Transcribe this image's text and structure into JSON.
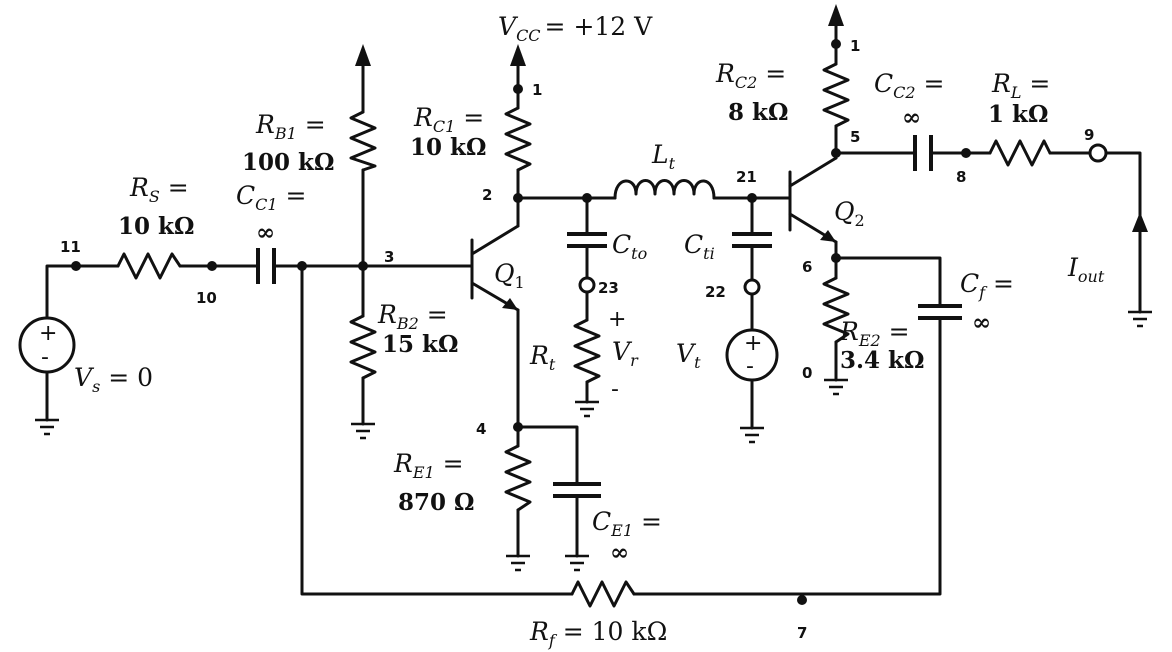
{
  "supply": {
    "label": "V",
    "sub": "CC",
    "value": "= +12 V"
  },
  "nodes": [
    "1",
    "1",
    "2",
    "3",
    "4",
    "5",
    "6",
    "7",
    "8",
    "9",
    "10",
    "11",
    "21",
    "22",
    "23",
    "0"
  ],
  "components": {
    "rs": {
      "sym": "R",
      "sub": "S",
      "eq": " =",
      "value": "10 kΩ"
    },
    "cc1": {
      "sym": "C",
      "sub": "C1",
      "eq": " =",
      "value": "∞"
    },
    "rb1": {
      "sym": "R",
      "sub": "B1",
      "eq": " =",
      "value": "100 kΩ"
    },
    "rb2": {
      "sym": "R",
      "sub": "B2",
      "eq": " =",
      "value": "15 kΩ"
    },
    "rc1": {
      "sym": "R",
      "sub": "C1",
      "eq": " =",
      "value": "10 kΩ"
    },
    "re1": {
      "sym": "R",
      "sub": "E1",
      "eq": " =",
      "value": "870 Ω"
    },
    "ce1": {
      "sym": "C",
      "sub": "E1",
      "eq": " =",
      "value": "∞"
    },
    "lt": {
      "sym": "L",
      "sub": "t"
    },
    "cto": {
      "sym": "C",
      "sub": "to"
    },
    "cti": {
      "sym": "C",
      "sub": "ti"
    },
    "rt": {
      "sym": "R",
      "sub": "t"
    },
    "vr": {
      "sym": "V",
      "sub": "r",
      "plus": "+",
      "minus": "-"
    },
    "vt": {
      "sym": "V",
      "sub": "t"
    },
    "rc2": {
      "sym": "R",
      "sub": "C2",
      "eq": " =",
      "value": "8 kΩ"
    },
    "cc2": {
      "sym": "C",
      "sub": "C2",
      "eq": " =",
      "value": "∞"
    },
    "rl": {
      "sym": "R",
      "sub": "L",
      "eq": " =",
      "value": "1 kΩ"
    },
    "re2": {
      "sym": "R",
      "sub": "E2",
      "eq": " =",
      "value": "3.4 kΩ"
    },
    "cf": {
      "sym": "C",
      "sub": "f",
      "eq": " =",
      "value": "∞"
    },
    "rf": {
      "sym": "R",
      "sub": "f",
      "eq": " =",
      "value": "10 kΩ"
    },
    "q1": {
      "sym": "Q",
      "sub": "1"
    },
    "q2": {
      "sym": "Q",
      "sub": "2"
    },
    "vs": {
      "sym": "V",
      "sub": "s",
      "eq": " = 0"
    },
    "iout": {
      "sym": "I",
      "sub": "out"
    }
  },
  "source_signs": {
    "plus": "+",
    "minus": "-"
  }
}
